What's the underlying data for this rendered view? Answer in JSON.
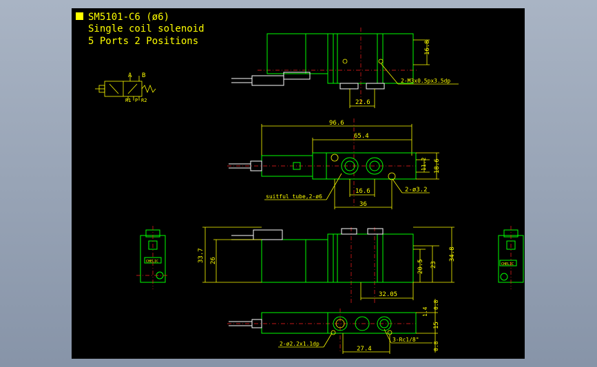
{
  "title": {
    "model": "SM5101-C6 (ø6)",
    "line2": "Single coil solenoid",
    "line3": "5 Ports 2 Positions"
  },
  "symbol": {
    "port_a": "A",
    "port_b": "B",
    "port_r1": "R1",
    "port_p": "P",
    "port_r2": "R2"
  },
  "dims": {
    "d_16_8": "16.8",
    "d_22_6": "22.6",
    "note_thread": "2-M3x0.5px3.5dp",
    "d_96_6": "96.6",
    "d_65_4": "65.4",
    "d_11_2": "11.2",
    "d_18_6": "18.6",
    "d_16_6": "16.6",
    "d_36": "36",
    "note_hole": "2-ø3.2",
    "note_tube": "suitful tube,2-ø6",
    "d_33_7": "33.7",
    "d_26": "26",
    "d_20_5": "20.5",
    "d_23": "23",
    "d_34_8": "34.8",
    "d_32_05": "32.05",
    "d_0_8_top": "0.8",
    "d_1_4": "1.4",
    "d_15": "15",
    "d_0_8_bot": "0.8",
    "d_27_4": "27.4",
    "note_pin": "2-ø2.2x1.1dp",
    "note_port": "3-Rc1/8\""
  },
  "labels": {
    "brand_left": "CHELIC",
    "brand_right": "CHELIC"
  },
  "colors": {
    "background": "#000000",
    "frame": "#9aa6b8",
    "outline": "#00ff00",
    "dimension": "#ffff00",
    "centerline": "#ff2020",
    "wire": "#ffffff"
  }
}
